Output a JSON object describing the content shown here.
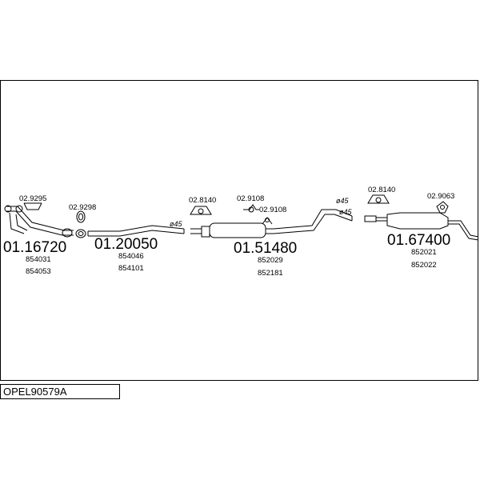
{
  "title": "OPEL90579A",
  "parts": [
    {
      "code": "01.16720",
      "refs": [
        "854031",
        "854053"
      ]
    },
    {
      "code": "01.20050",
      "refs": [
        "854046",
        "854101"
      ]
    },
    {
      "code": "01.51480",
      "refs": [
        "852029",
        "852181"
      ]
    },
    {
      "code": "01.67400",
      "refs": [
        "852021",
        "852022"
      ]
    }
  ],
  "accessories": [
    "02.9295",
    "02.9298",
    "02.8140",
    "02.9108",
    "02.9108",
    "02.8140",
    "02.9063"
  ],
  "diameters": [
    "ø45",
    "ø45",
    "ø45"
  ]
}
